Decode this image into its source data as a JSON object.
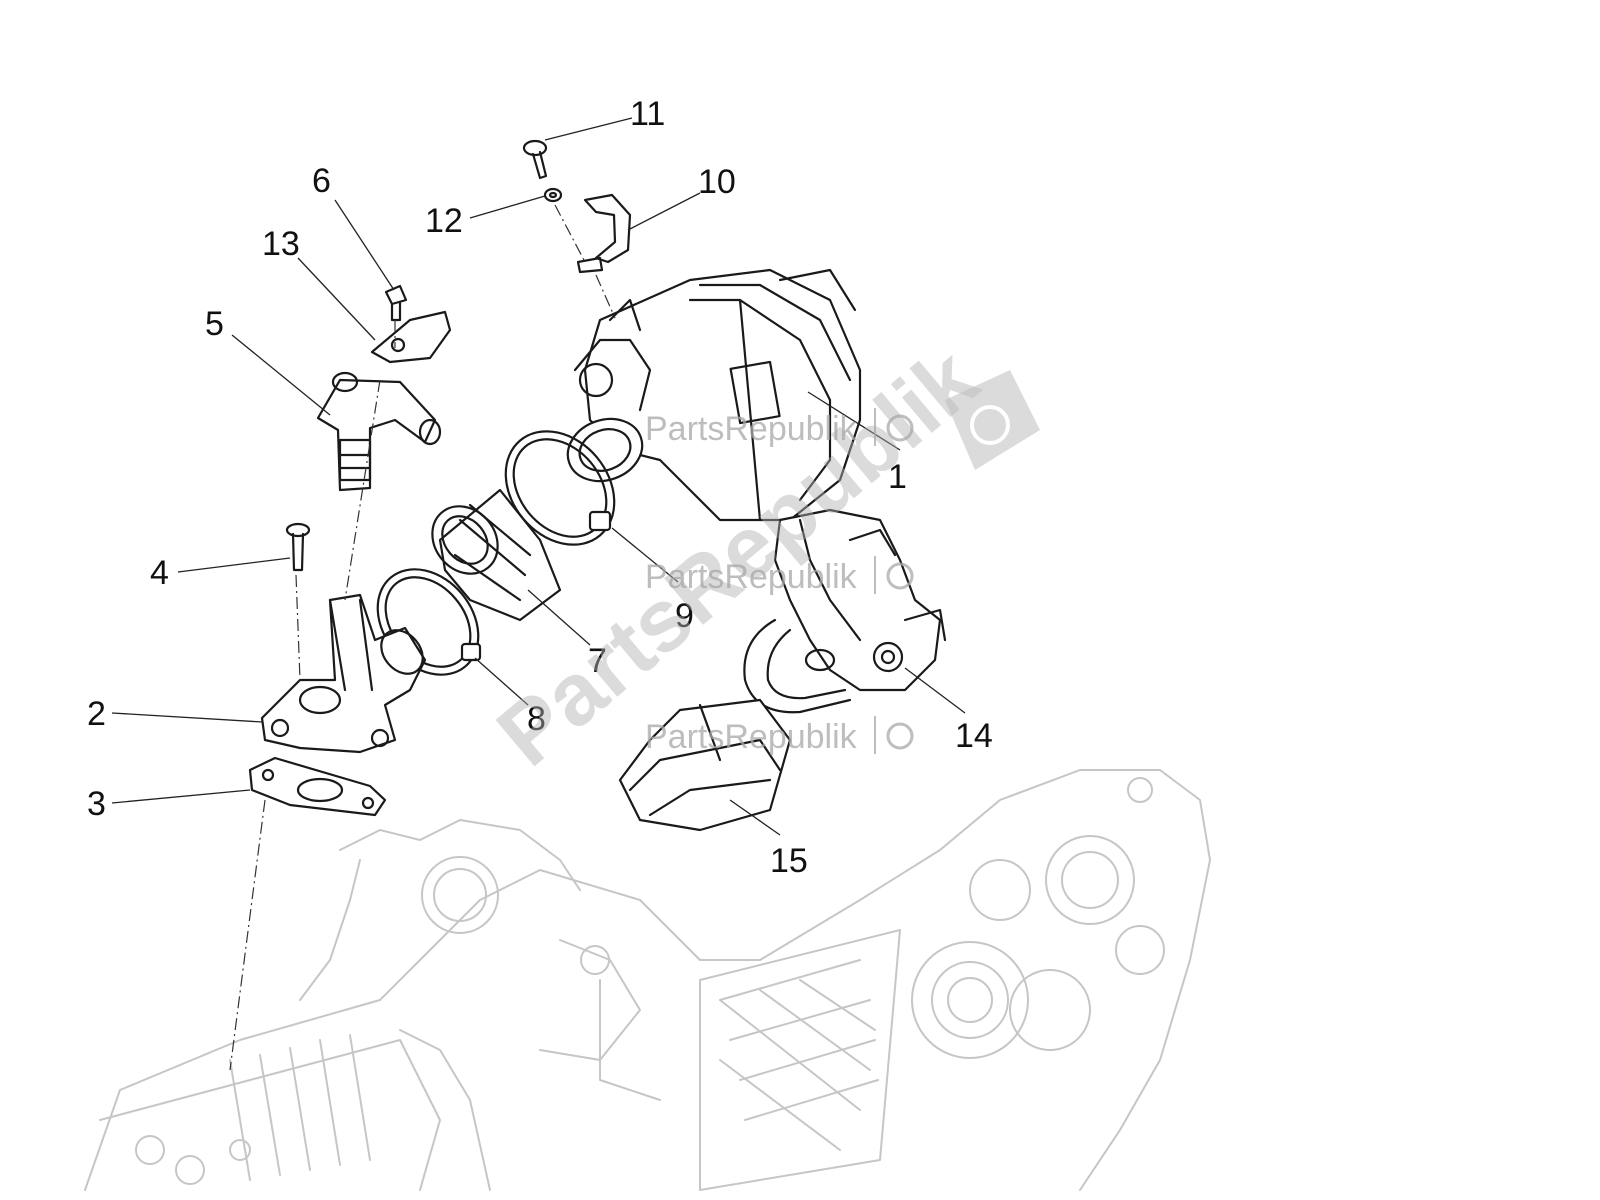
{
  "callouts": {
    "c1": "1",
    "c2": "2",
    "c3": "3",
    "c4": "4",
    "c5": "5",
    "c6": "6",
    "c7": "7",
    "c8": "8",
    "c9": "9",
    "c10": "10",
    "c11": "11",
    "c12": "12",
    "c13": "13",
    "c14": "14",
    "c15": "15"
  },
  "watermark": {
    "brand": "PartsRepublik",
    "gear_icon": "gear-icon",
    "color": "#a8a8a8"
  },
  "colors": {
    "line": "#1a1a1a",
    "engine_ghost": "#c6c6c6"
  }
}
